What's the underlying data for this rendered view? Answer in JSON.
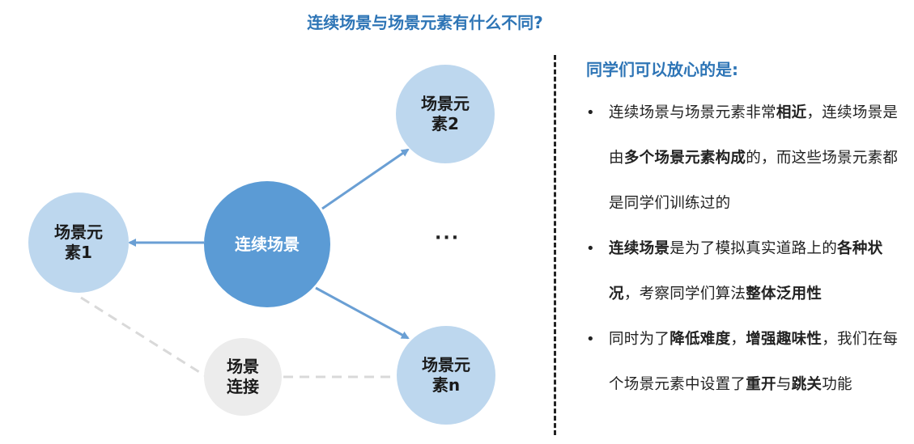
{
  "title": "连续场景与场景元素有什么不同?",
  "colors": {
    "accent": "#2e75b6",
    "center_node": "#5b9bd5",
    "outer_node": "#bdd7ee",
    "connector_node": "#ececec",
    "arrow": "#6a9fd4",
    "dashed_link": "#d9d9d9"
  },
  "diagram": {
    "center": {
      "label": "连续场景"
    },
    "element1": {
      "line1": "场景元",
      "line2": "素1"
    },
    "element2": {
      "line1": "场景元",
      "line2": "素2"
    },
    "elementN": {
      "line1": "场景元",
      "line2": "素n"
    },
    "connector": {
      "line1": "场景",
      "line2": "连接"
    },
    "ellipsis": "···"
  },
  "panel": {
    "heading": "同学们可以放心的是:",
    "bullet_glyph": "•",
    "bullets": [
      {
        "segments": [
          {
            "text": "连续场景与场景元素非常",
            "bold": false
          },
          {
            "text": "相近",
            "bold": true
          },
          {
            "text": "，连续场景是由",
            "bold": false
          },
          {
            "text": "多个场景元素构成",
            "bold": true
          },
          {
            "text": "的，而这些场景元素都是同学们训练过的",
            "bold": false
          }
        ]
      },
      {
        "segments": [
          {
            "text": "连续场景",
            "bold": true
          },
          {
            "text": "是为了模拟真实道路上的",
            "bold": false
          },
          {
            "text": "各种状况",
            "bold": true
          },
          {
            "text": "，考察同学们算法",
            "bold": false
          },
          {
            "text": "整体泛用性",
            "bold": true
          }
        ]
      },
      {
        "segments": [
          {
            "text": "同时为了",
            "bold": false
          },
          {
            "text": "降低难度",
            "bold": true
          },
          {
            "text": "，",
            "bold": false
          },
          {
            "text": "增强趣味性",
            "bold": true
          },
          {
            "text": "，我们在每个场景元素中设置了",
            "bold": false
          },
          {
            "text": "重开",
            "bold": true
          },
          {
            "text": "与",
            "bold": false
          },
          {
            "text": "跳关",
            "bold": true
          },
          {
            "text": "功能",
            "bold": false
          }
        ]
      }
    ]
  }
}
